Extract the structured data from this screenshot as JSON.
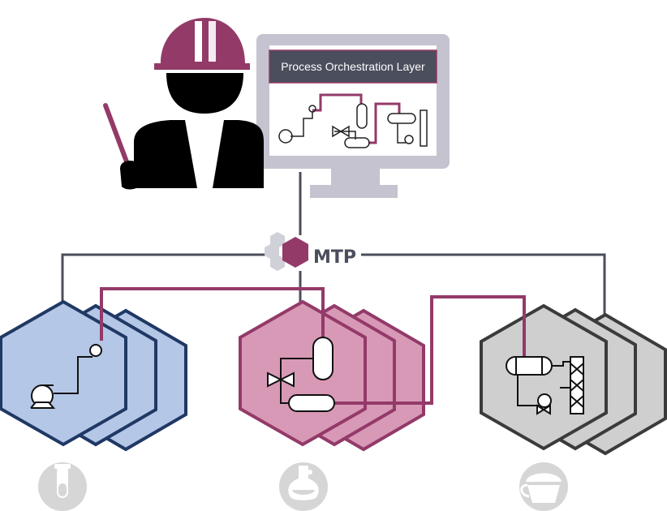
{
  "monitor": {
    "title": "Process Orchestration Layer"
  },
  "mtp": {
    "label": "MTP"
  },
  "modules": [
    {
      "id": "pumping",
      "fill": "#b4c7e7",
      "stroke": "#203864"
    },
    {
      "id": "reaction",
      "fill": "#d899b6",
      "stroke": "#933a69"
    },
    {
      "id": "separation",
      "fill": "#cfcfcf",
      "stroke": "#3b3b3b"
    }
  ],
  "colors": {
    "process_line": "#933a69",
    "comm_line": "#4b4e5c",
    "monitor_frame": "#c4c3cf",
    "title_bar": "#4b4e5c",
    "helmet": "#933a69",
    "operator": "#000000",
    "footer_icon": "#d6d6d6"
  },
  "icons": {
    "operator": "operator-with-helmet-icon",
    "pointer": "pointer-stick-icon",
    "pump": "pump-icon",
    "valve": "valve-icon",
    "vessel": "vessel-icon",
    "heat_exchanger": "heat-exchanger-icon",
    "column": "packed-column-icon",
    "footer": [
      "test-tube-icon",
      "flask-icon",
      "kettle-icon"
    ]
  }
}
